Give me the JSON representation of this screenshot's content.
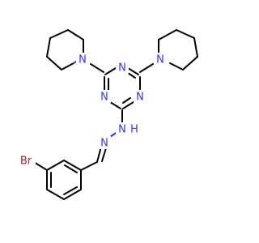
{
  "molecule": {
    "atoms": {
      "n_pip_left": "N",
      "n_pip_right": "N",
      "n_triazine_top": "N",
      "n_triazine_left": "N",
      "n_triazine_right": "N",
      "n_hydrazone_nh": "N",
      "h_hydrazone": "H",
      "n_hydrazone_imine": "N",
      "br": "Br"
    },
    "colors": {
      "nitrogen": "#3333ff",
      "bromine": "#a52a2a",
      "carbon_bond": "#000000",
      "background": "#ffffff"
    }
  }
}
